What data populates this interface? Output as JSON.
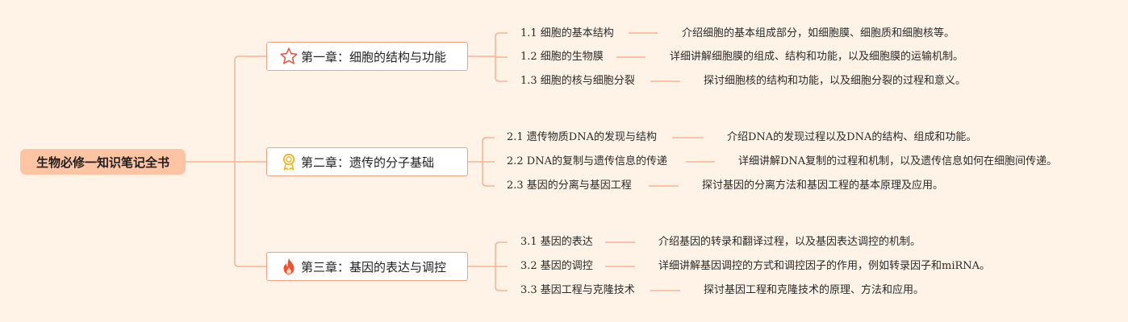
{
  "root": {
    "title": "生物必修一知识笔记全书"
  },
  "chapters": [
    {
      "label": "第一章：细胞的结构与功能",
      "icon": "star-icon",
      "sections": [
        {
          "title": "1.1 细胞的基本结构",
          "desc": "介绍细胞的基本组成部分，如细胞膜、细胞质和细胞核等。"
        },
        {
          "title": "1.2 细胞的生物膜",
          "desc": "详细讲解细胞膜的组成、结构和功能，以及细胞膜的运输机制。"
        },
        {
          "title": "1.3 细胞的核与细胞分裂",
          "desc": "探讨细胞核的结构和功能，以及细胞分裂的过程和意义。"
        }
      ]
    },
    {
      "label": "第二章：遗传的分子基础",
      "icon": "award-ribbon-icon",
      "sections": [
        {
          "title": "2.1 遗传物质DNA的发现与结构",
          "desc": "介绍DNA的发现过程以及DNA的结构、组成和功能。"
        },
        {
          "title": "2.2 DNA的复制与遗传信息的传递",
          "desc": "详细讲解DNA复制的过程和机制，以及遗传信息如何在细胞间传递。"
        },
        {
          "title": "2.3 基因的分离与基因工程",
          "desc": "探讨基因的分离方法和基因工程的基本原理及应用。"
        }
      ]
    },
    {
      "label": "第三章：基因的表达与调控",
      "icon": "fire-icon",
      "sections": [
        {
          "title": "3.1 基因的表达",
          "desc": "介绍基因的转录和翻译过程，以及基因表达调控的机制。"
        },
        {
          "title": "3.2 基因的调控",
          "desc": "详细讲解基因调控的方式和调控因子的作用，例如转录因子和miRNA。"
        },
        {
          "title": "3.3 基因工程与克隆技术",
          "desc": "探讨基因工程和克隆技术的原理、方法和应用。"
        }
      ]
    }
  ],
  "colors": {
    "background": "#fff2e7",
    "root_fill": "#ffc4a3",
    "connector": "#f5b394",
    "chapter_border": "#f0a385",
    "star": "#e8584a",
    "ribbon": "#f2b521",
    "fire": "#f0512f"
  }
}
